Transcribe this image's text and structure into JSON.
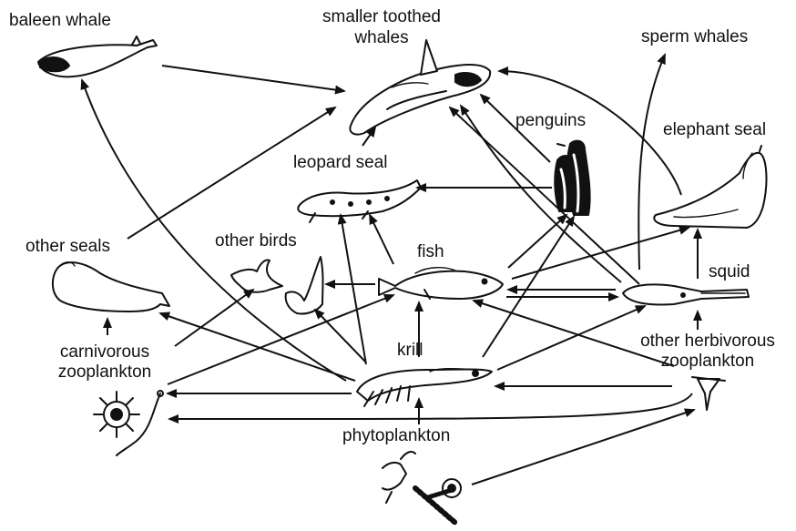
{
  "diagram": {
    "labels": {
      "baleen_whale": "baleen whale",
      "smaller_toothed_line1": "smaller toothed",
      "smaller_toothed_line2": "whales",
      "sperm_whales": "sperm whales",
      "penguins": "penguins",
      "elephant_seal": "elephant seal",
      "leopard_seal": "leopard seal",
      "other_seals": "other seals",
      "other_birds": "other birds",
      "fish": "fish",
      "squid": "squid",
      "carnivorous_line1": "carnivorous",
      "carnivorous_line2": "zooplankton",
      "krill": "krill",
      "herbivorous_line1": "other herbivorous",
      "herbivorous_line2": "zooplankton",
      "phytoplankton": "phytoplankton"
    },
    "colors": {
      "ink": "#111111",
      "background": "#ffffff"
    },
    "icons": [
      "baleen-whale-icon",
      "toothed-whale-icon",
      "penguin-icon",
      "elephant-seal-icon",
      "leopard-seal-icon",
      "other-seal-icon",
      "bird-icon",
      "fish-icon",
      "squid-icon",
      "krill-icon",
      "carnivorous-zooplankton-icon",
      "herbivorous-zooplankton-icon",
      "phytoplankton-icon"
    ]
  }
}
